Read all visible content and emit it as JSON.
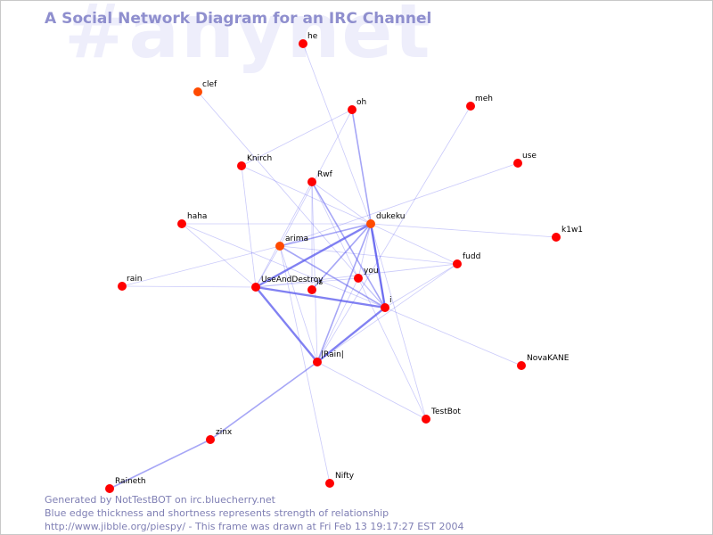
{
  "watermark": "#anynet",
  "title": "A Social Network Diagram for an IRC Channel",
  "footer": {
    "line1": "Generated by NotTestBOT on irc.bluecherry.net",
    "line2": "Blue edge thickness and shortness represents strength of relationship",
    "line3": "http://www.jibble.org/piespy/ - This frame was drawn at Fri Feb 13 19:17:27 EST 2004"
  },
  "colors": {
    "node": "#ff0000",
    "node_active": "#ff4a00",
    "edge": "#5a5aee",
    "title": "#8f8fce",
    "watermark": "#eeeefb"
  },
  "nodes": [
    {
      "id": "he",
      "label": "he",
      "active": false
    },
    {
      "id": "clef",
      "label": "clef",
      "active": true
    },
    {
      "id": "oh",
      "label": "oh",
      "active": false
    },
    {
      "id": "meh",
      "label": "meh",
      "active": false
    },
    {
      "id": "use",
      "label": "use",
      "active": false
    },
    {
      "id": "Knirch",
      "label": "Knirch",
      "active": false
    },
    {
      "id": "Rwf",
      "label": "Rwf",
      "active": false
    },
    {
      "id": "dukeku",
      "label": "dukeku",
      "active": true
    },
    {
      "id": "haha",
      "label": "haha",
      "active": false
    },
    {
      "id": "k1w1",
      "label": "k1w1",
      "active": false
    },
    {
      "id": "arima",
      "label": "arima",
      "active": true
    },
    {
      "id": "fudd",
      "label": "fudd",
      "active": false
    },
    {
      "id": "rain",
      "label": "rain",
      "active": false
    },
    {
      "id": "UseAndDestroy",
      "label": "UseAndDestroy",
      "active": false
    },
    {
      "id": "is",
      "label": "is",
      "active": false
    },
    {
      "id": "you",
      "label": "you",
      "active": false
    },
    {
      "id": "i",
      "label": "i",
      "active": false
    },
    {
      "id": "Rain",
      "label": "|Rain|",
      "active": false
    },
    {
      "id": "NovaKANE",
      "label": "NovaKANE",
      "active": false
    },
    {
      "id": "TestBot",
      "label": "TestBot",
      "active": false
    },
    {
      "id": "zinx",
      "label": "zinx",
      "active": false
    },
    {
      "id": "Raineth",
      "label": "Raineth",
      "active": false
    },
    {
      "id": "Nifty",
      "label": "Nifty",
      "active": false
    }
  ],
  "edges": [
    {
      "a": "he",
      "b": "dukeku",
      "weight": 1
    },
    {
      "a": "clef",
      "b": "i",
      "weight": 1
    },
    {
      "a": "oh",
      "b": "Knirch",
      "weight": 1
    },
    {
      "a": "oh",
      "b": "arima",
      "weight": 1
    },
    {
      "a": "oh",
      "b": "i",
      "weight": 2
    },
    {
      "a": "meh",
      "b": "Rain",
      "weight": 1
    },
    {
      "a": "use",
      "b": "arima",
      "weight": 1
    },
    {
      "a": "Knirch",
      "b": "UseAndDestroy",
      "weight": 1
    },
    {
      "a": "Knirch",
      "b": "dukeku",
      "weight": 1
    },
    {
      "a": "Rwf",
      "b": "dukeku",
      "weight": 1
    },
    {
      "a": "Rwf",
      "b": "is",
      "weight": 1
    },
    {
      "a": "Rwf",
      "b": "Rain",
      "weight": 1
    },
    {
      "a": "Rwf",
      "b": "i",
      "weight": 2
    },
    {
      "a": "Rwf",
      "b": "UseAndDestroy",
      "weight": 1
    },
    {
      "a": "Rwf",
      "b": "TestBot",
      "weight": 1
    },
    {
      "a": "dukeku",
      "b": "k1w1",
      "weight": 1
    },
    {
      "a": "dukeku",
      "b": "haha",
      "weight": 1
    },
    {
      "a": "dukeku",
      "b": "fudd",
      "weight": 1
    },
    {
      "a": "dukeku",
      "b": "i",
      "weight": 3
    },
    {
      "a": "dukeku",
      "b": "UseAndDestroy",
      "weight": 3
    },
    {
      "a": "dukeku",
      "b": "Rain",
      "weight": 2
    },
    {
      "a": "dukeku",
      "b": "arima",
      "weight": 2
    },
    {
      "a": "dukeku",
      "b": "is",
      "weight": 2
    },
    {
      "a": "dukeku",
      "b": "you",
      "weight": 1
    },
    {
      "a": "dukeku",
      "b": "TestBot",
      "weight": 1
    },
    {
      "a": "haha",
      "b": "i",
      "weight": 1
    },
    {
      "a": "arima",
      "b": "rain",
      "weight": 1
    },
    {
      "a": "arima",
      "b": "UseAndDestroy",
      "weight": 1
    },
    {
      "a": "arima",
      "b": "fudd",
      "weight": 1
    },
    {
      "a": "arima",
      "b": "i",
      "weight": 2
    },
    {
      "a": "arima",
      "b": "Rain",
      "weight": 1
    },
    {
      "a": "arima",
      "b": "Nifty",
      "weight": 1
    },
    {
      "a": "fudd",
      "b": "UseAndDestroy",
      "weight": 1
    },
    {
      "a": "fudd",
      "b": "Rain",
      "weight": 1
    },
    {
      "a": "fudd",
      "b": "i",
      "weight": 1
    },
    {
      "a": "rain",
      "b": "UseAndDestroy",
      "weight": 1
    },
    {
      "a": "UseAndDestroy",
      "b": "i",
      "weight": 3
    },
    {
      "a": "UseAndDestroy",
      "b": "Rain",
      "weight": 3
    },
    {
      "a": "UseAndDestroy",
      "b": "you",
      "weight": 1
    },
    {
      "a": "UseAndDestroy",
      "b": "haha",
      "weight": 1
    },
    {
      "a": "you",
      "b": "i",
      "weight": 1
    },
    {
      "a": "you",
      "b": "Rain",
      "weight": 1
    },
    {
      "a": "i",
      "b": "Rain",
      "weight": 3
    },
    {
      "a": "i",
      "b": "NovaKANE",
      "weight": 1
    },
    {
      "a": "Rain",
      "b": "zinx",
      "weight": 2
    },
    {
      "a": "Rain",
      "b": "TestBot",
      "weight": 1
    },
    {
      "a": "zinx",
      "b": "Raineth",
      "weight": 2
    }
  ]
}
